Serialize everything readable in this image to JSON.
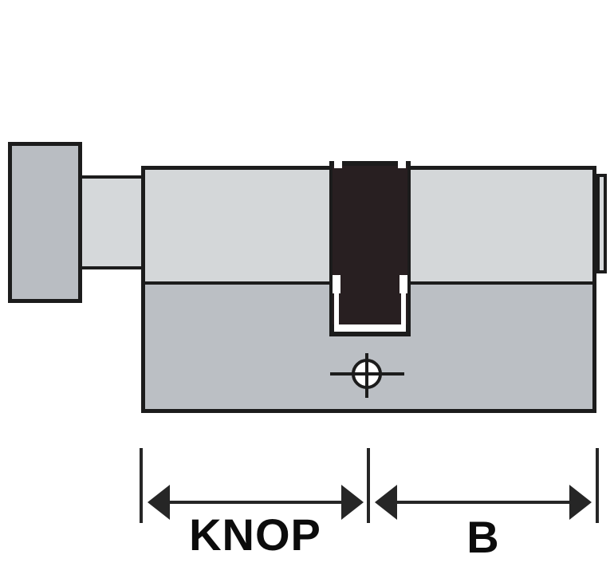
{
  "diagram": {
    "kind": "lock-cylinder-dimension-diagram",
    "labels": {
      "knop": "KNOP",
      "b": "B"
    },
    "icons": [
      {
        "name": "center-mark-icon",
        "shape": "circled-crosshair"
      }
    ],
    "colors": {
      "background": "#ffffff",
      "outline": "#1c1c1c",
      "knob_fill": "#b9bdc2",
      "neck_fill": "#d5d8da",
      "body_upper_fill": "#d4d7d9",
      "body_lower_fill": "#bbbfc4",
      "slot_fill": "#281f21",
      "slot_highlight": "#ffffff",
      "dimension_color": "#262626"
    }
  }
}
